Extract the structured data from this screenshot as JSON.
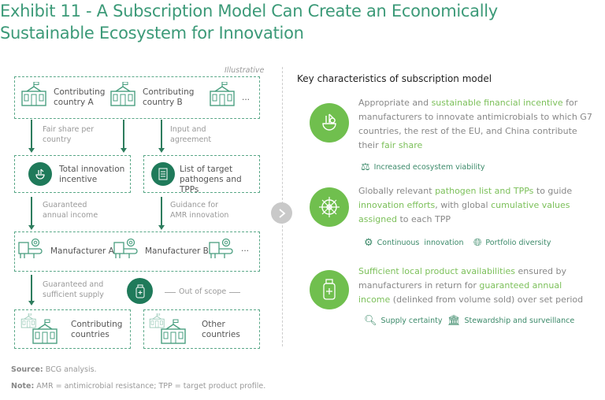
{
  "title": "Exhibit 11 - A Subscription Model Can Create an Economically Sustainable Ecosystem for Innovation",
  "diagram": {
    "illustrative": "Illustrative",
    "country_a": "Contributing country A",
    "country_b": "Contributing country B",
    "ellipsis": "...",
    "fair_share": "Fair share per country",
    "input_agreement": "Input and agreement",
    "total_incentive": "Total innovation incentive",
    "list_targets": "List of target pathogens and TPPs",
    "guaranteed_income": "Guaranteed annual income",
    "guidance": "Guidance for AMR innovation",
    "manufacturer_a": "Manufacturer A",
    "manufacturer_b": "Manufacturer B",
    "guaranteed_supply": "Guaranteed and sufficient supply",
    "out_of_scope": "Out of scope",
    "contributing_countries": "Contributing countries",
    "other_countries": "Other countries"
  },
  "right": {
    "heading": "Key characteristics of subscription model",
    "items": [
      {
        "segments": [
          {
            "t": "Appropriate and "
          },
          {
            "t": "sustainable financial incentive",
            "h": true
          },
          {
            "t": " for manufacturers to innovate antimicrobials to which G7 countries, the rest of the EU, and China contribute their "
          },
          {
            "t": "fair share",
            "h": true
          }
        ],
        "tags": [
          "Increased ecosystem viability"
        ]
      },
      {
        "segments": [
          {
            "t": "Globally relevant "
          },
          {
            "t": "pathogen list and TPPs",
            "h": true
          },
          {
            "t": " to guide "
          },
          {
            "t": "innovation efforts",
            "h": true
          },
          {
            "t": ", with global "
          },
          {
            "t": "cumulative values assigned",
            "h": true
          },
          {
            "t": " to each TPP"
          }
        ],
        "tags": [
          "Continuous  innovation",
          "Portfolio diversity"
        ]
      },
      {
        "segments": [
          {
            "t": "Sufficient local product availabilities",
            "h": true
          },
          {
            "t": " ensured by manufacturers in return for "
          },
          {
            "t": "guaranteed annual income",
            "h": true
          },
          {
            "t": " (delinked from volume sold) over set period"
          }
        ],
        "tags": [
          "Supply certainty",
          "Stewardship and surveillance"
        ]
      }
    ]
  },
  "footer": {
    "source_label": "Source:",
    "source": " BCG analysis.",
    "note_label": "Note:",
    "note": " AMR = antimicrobial resistance; TPP = target product profile."
  }
}
